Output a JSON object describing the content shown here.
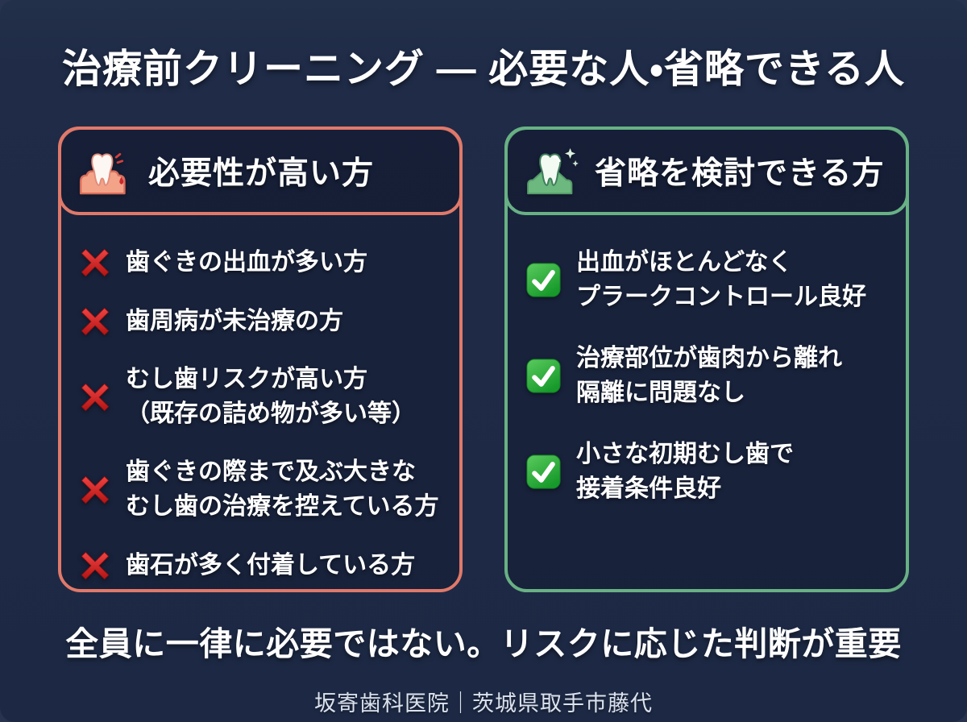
{
  "title": "治療前クリーニング — 必要な人・省略できる人",
  "cards": {
    "left": {
      "header": "必要性が高い方",
      "items": [
        {
          "lines": [
            "歯ぐきの出血が多い方"
          ]
        },
        {
          "lines": [
            "歯周病が未治療の方"
          ]
        },
        {
          "lines": [
            "むし歯リスクが高い方",
            "（既存の詰め物が多い等）"
          ]
        },
        {
          "lines": [
            "歯ぐきの際まで及ぶ大きな",
            "むし歯の治療を控えている方"
          ]
        },
        {
          "lines": [
            "歯石が多く付着している方"
          ]
        }
      ]
    },
    "right": {
      "header": "省略を検討できる方",
      "items": [
        {
          "lines": [
            "出血がほとんどなく",
            "プラークコントロール良好"
          ]
        },
        {
          "lines": [
            "治療部位が歯肉から離れ",
            "隔離に問題なし"
          ]
        },
        {
          "lines": [
            "小さな初期むし歯で",
            "接着条件良好"
          ]
        }
      ]
    }
  },
  "summary": "全員に一律に必要ではない。リスクに応じた判断が重要",
  "footer": "坂寄歯科医院｜茨城県取手市藤代",
  "icons": {
    "left_header_icon": "bleeding-tooth",
    "right_header_icon": "sparkling-clean-tooth",
    "left_item_icon": "red-cross-mark",
    "right_item_icon": "green-check-mark"
  },
  "colors": {
    "background": "#1f2b47",
    "danger_border": "#e0796a",
    "ok_border": "#68b184",
    "cross_red": "#d42127",
    "check_green": "#2eab3d",
    "gum_salmon": "#f2a388",
    "gum_green": "#6cb87e",
    "text": "#ffffff"
  }
}
